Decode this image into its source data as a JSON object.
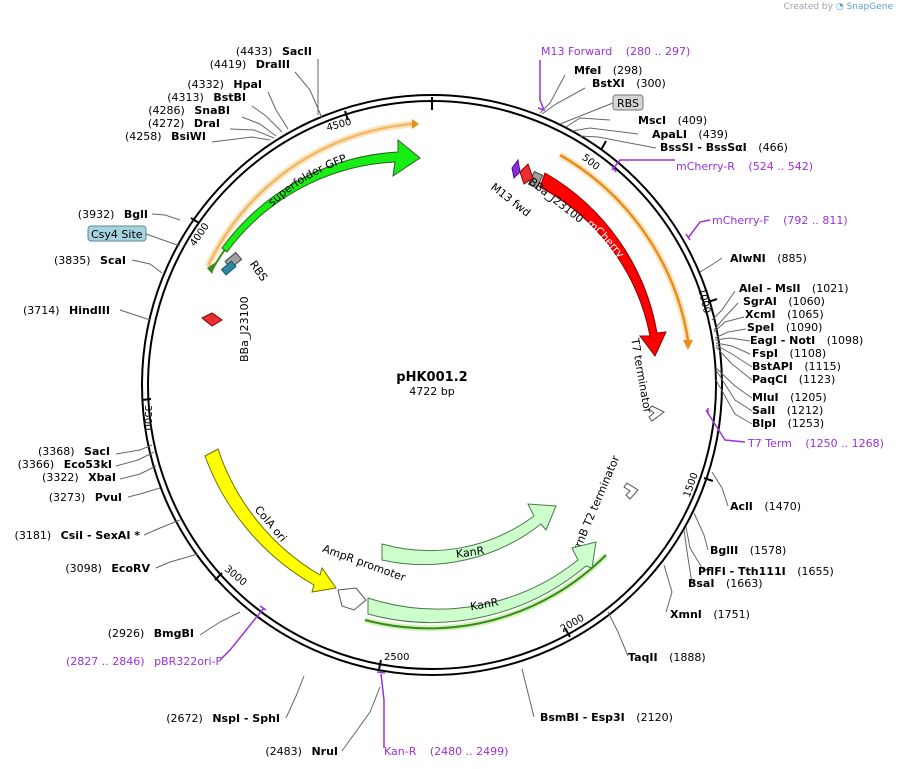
{
  "credit": {
    "prefix": "Created by",
    "brand": "SnapGene"
  },
  "plasmid": {
    "name": "pHK001.2",
    "length_bp": 4722,
    "length_label": "4722 bp"
  },
  "ticks": [
    {
      "bp": 500,
      "label": "500"
    },
    {
      "bp": 1000,
      "label": "1000"
    },
    {
      "bp": 1500,
      "label": "1500"
    },
    {
      "bp": 2000,
      "label": "2000"
    },
    {
      "bp": 2500,
      "label": "2500"
    },
    {
      "bp": 3000,
      "label": "3000"
    },
    {
      "bp": 3500,
      "label": "3500"
    },
    {
      "bp": 4000,
      "label": "4000"
    },
    {
      "bp": 4500,
      "label": "4500"
    }
  ],
  "sites_right": [
    {
      "name": "MfeI",
      "pos": "(298)"
    },
    {
      "name": "BstXI",
      "pos": "(300)"
    },
    {
      "name": "MscI",
      "pos": "(409)"
    },
    {
      "name": "ApaLI",
      "pos": "(439)"
    },
    {
      "name": "BssSI - BssSαI",
      "pos": "(466)"
    },
    {
      "name": "AlwNI",
      "pos": "(885)"
    },
    {
      "name": "AleI - MslI",
      "pos": "(1021)"
    },
    {
      "name": "SgrAI",
      "pos": "(1060)"
    },
    {
      "name": "XcmI",
      "pos": "(1065)"
    },
    {
      "name": "SpeI",
      "pos": "(1090)"
    },
    {
      "name": "EagI - NotI",
      "pos": "(1098)"
    },
    {
      "name": "FspI",
      "pos": "(1108)"
    },
    {
      "name": "BstAPI",
      "pos": "(1115)"
    },
    {
      "name": "PaqCI",
      "pos": "(1123)"
    },
    {
      "name": "MluI",
      "pos": "(1205)"
    },
    {
      "name": "SalI",
      "pos": "(1212)"
    },
    {
      "name": "BlpI",
      "pos": "(1253)"
    },
    {
      "name": "AclI",
      "pos": "(1470)"
    },
    {
      "name": "BglII",
      "pos": "(1578)"
    },
    {
      "name": "PflFI - Tth111I",
      "pos": "(1655)"
    },
    {
      "name": "BsaI",
      "pos": "(1663)"
    },
    {
      "name": "XmnI",
      "pos": "(1751)"
    },
    {
      "name": "TaqII",
      "pos": "(1888)"
    },
    {
      "name": "BsmBI - Esp3I",
      "pos": "(2120)"
    }
  ],
  "sites_left": [
    {
      "name": "SacII",
      "pos": "(4433)"
    },
    {
      "name": "DraIII",
      "pos": "(4419)"
    },
    {
      "name": "HpaI",
      "pos": "(4332)"
    },
    {
      "name": "BstBI",
      "pos": "(4313)"
    },
    {
      "name": "SnaBI",
      "pos": "(4286)"
    },
    {
      "name": "DraI",
      "pos": "(4272)"
    },
    {
      "name": "BsiWI",
      "pos": "(4258)"
    },
    {
      "name": "BglI",
      "pos": "(3932)"
    },
    {
      "name": "ScaI",
      "pos": "(3835)"
    },
    {
      "name": "HindIII",
      "pos": "(3714)"
    },
    {
      "name": "SacI",
      "pos": "(3368)"
    },
    {
      "name": "Eco53kI",
      "pos": "(3366)"
    },
    {
      "name": "XbaI",
      "pos": "(3322)"
    },
    {
      "name": "PvuI",
      "pos": "(3273)"
    },
    {
      "name": "CsiI - SexAI *",
      "pos": "(3181)"
    },
    {
      "name": "EcoRV",
      "pos": "(3098)"
    },
    {
      "name": "BmgBI",
      "pos": "(2926)"
    },
    {
      "name": "NspI - SphI",
      "pos": "(2672)"
    },
    {
      "name": "NruI",
      "pos": "(2483)"
    }
  ],
  "primers": [
    {
      "name": "M13 Forward",
      "range": "(280 .. 297)"
    },
    {
      "name": "mCherry-R",
      "range": "(524 .. 542)"
    },
    {
      "name": "mCherry-F",
      "range": "(792 .. 811)"
    },
    {
      "name": "T7 Term",
      "range": "(1250 .. 1268)"
    },
    {
      "name": "pBR322ori-F",
      "range": "(2827 .. 2846)"
    },
    {
      "name": "Kan-R",
      "range": "(2480 .. 2499)"
    }
  ],
  "boxed_labels": {
    "rbs": "RBS",
    "csy4": "Csy4 Site"
  },
  "features": {
    "superfolder_gfp": "superfolder GFP",
    "mcherry": "mCherry",
    "bba_j23100_top": "BBa_J23100",
    "bba_j23100_left": "BBa_J23100",
    "m13_fwd": "M13 fwd",
    "rbs_gfp": "RBS",
    "t7_terminator": "T7 terminator",
    "rrnb_t2_terminator": "rrnB T2 terminator",
    "cola_ori": "ColA ori",
    "ampr_promoter": "AmpR promoter",
    "kanr_1": "KanR",
    "kanr_2": "KanR"
  },
  "colors": {
    "gfp": "#17ee14",
    "mcherry": "#ff0000",
    "cola_ori": "#ffff00",
    "kanr": "#ccffcc",
    "promoter": "#e82e2e",
    "primer": "#9b30d9",
    "orange_arc": "#e88e1c"
  }
}
